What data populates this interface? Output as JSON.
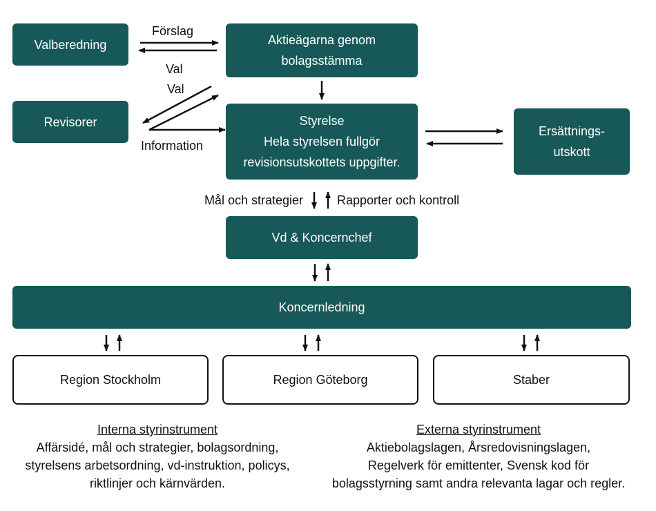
{
  "boxes": {
    "valberedning": "Valberedning",
    "aktieagarna": [
      "Aktieägarna genom",
      "bolagsstämma"
    ],
    "revisorer": "Revisorer",
    "styrelse": [
      "Styrelse",
      "Hela styrelsen fullgör",
      "revisionsutskottets uppgifter."
    ],
    "ersattning": [
      "Ersättnings-",
      "utskott"
    ],
    "vd": "Vd & Koncernchef",
    "koncernledning": "Koncernledning",
    "region_stockholm": "Region Stockholm",
    "region_goteborg": "Region Göteborg",
    "staber": "Staber"
  },
  "labels": {
    "forslag": "Förslag",
    "val_1": "Val",
    "val_2": "Val",
    "information": "Information",
    "mal": "Mål och strategier",
    "rapporter": "Rapporter och kontroll"
  },
  "internal": {
    "heading": "Interna styrinstrument",
    "lines": [
      "Affärsidé, mål och strategier, bolagsordning,",
      "styrelsens arbetsordning, vd-instruktion, policys,",
      "riktlinjer och kärnvärden."
    ]
  },
  "external": {
    "heading": "Externa styrinstrument",
    "lines": [
      "Aktiebolagslagen, Årsredovisningslagen,",
      "Regelverk för emittenter, Svensk kod för",
      "bolagsstyrning samt andra relevanta lagar och regler."
    ]
  },
  "colors": {
    "box_fill": "#175959",
    "box_text": "#ffffff",
    "arrow": "#111111"
  }
}
